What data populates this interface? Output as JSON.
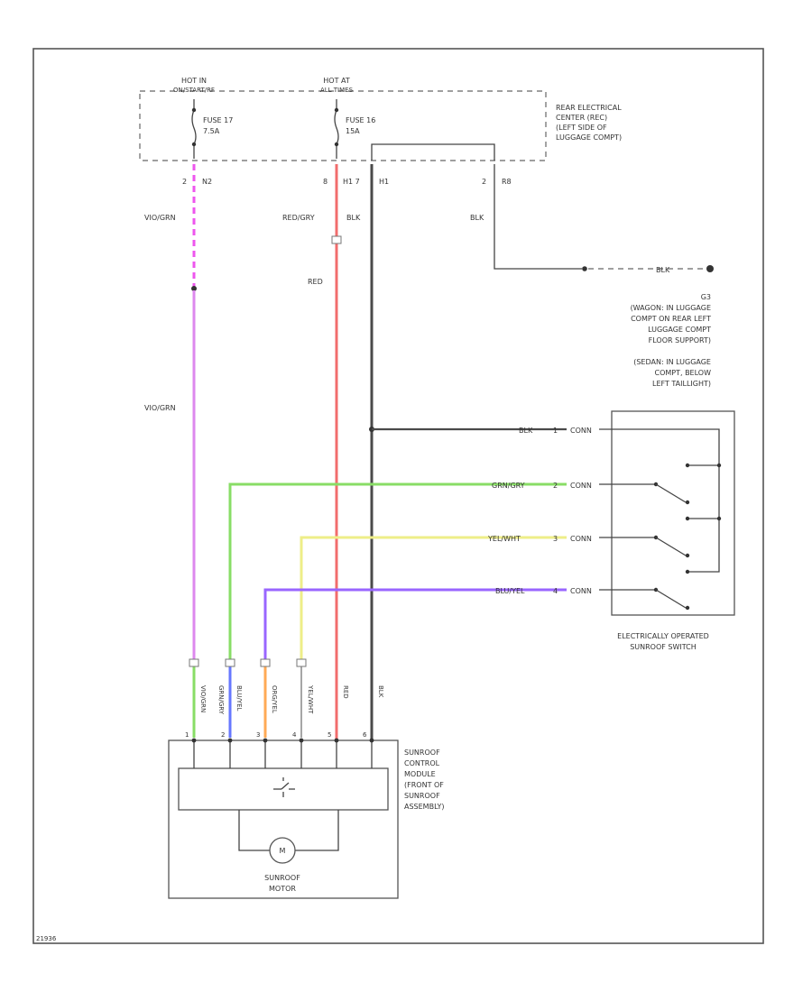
{
  "colors": {
    "vio_grn": "#dd88ee",
    "vio_grn_dash": "#ee55ee",
    "red": "#f26d6d",
    "black": "#4a4a4a",
    "grn_gry": "#88dd66",
    "yel_wht": "#eeee88",
    "blu_yel": "#9966ff",
    "pin_blue": "#6677ff",
    "pin_orange": "#ffaa55"
  },
  "fuse_box": {
    "hot1": "HOT IN",
    "hot1_cond": "ON/START/RF",
    "hot2": "HOT AT",
    "hot2_cond": "ALL TIMES",
    "fuse1": "FUSE 17",
    "fuse1_amp": "7.5A",
    "fuse2": "FUSE 16",
    "fuse2_amp": "15A",
    "label": [
      "REAR ELECTRICAL",
      "CENTER (REC)",
      "(LEFT SIDE OF",
      "LUGGAGE COMPT)"
    ]
  },
  "rec_pins": {
    "p1_num": "2",
    "p1_conn": "N2",
    "p2_num": "8",
    "p2_conn": "H1 7",
    "p3_conn": "H1",
    "p4_num": "2",
    "p4_conn": "R8"
  },
  "wire_labels": {
    "vio_grn_top": "VIO/GRN",
    "vio_grn_mid": "VIO/GRN",
    "red_blk": "RED/GRY",
    "blk_top": "BLK",
    "blk_right": "BLK",
    "red": "RED",
    "gnd_wire": "BLK"
  },
  "ground": {
    "id": "G3",
    "label": [
      "(WAGON: IN LUGGAGE",
      "COMPT ON REAR LEFT",
      "LUGGAGE COMPT",
      "FLOOR SUPPORT)",
      "(SEDAN: IN LUGGAGE",
      "COMPT, BELOW",
      "LEFT TAILLIGHT)"
    ]
  },
  "switch": {
    "wires": [
      {
        "label": "BLK",
        "pin": "1"
      },
      {
        "label": "GRN/GRY",
        "pin": "2"
      },
      {
        "label": "YEL/WHT",
        "pin": "3"
      },
      {
        "label": "BLU/YEL",
        "pin": "4"
      }
    ],
    "conn": "CONN",
    "label": [
      "ELECTRICALLY OPERATED",
      "SUNROOF SWITCH"
    ]
  },
  "module_wires": [
    {
      "label": "VIO/GRN"
    },
    {
      "label": "GRN/GRY"
    },
    {
      "label": "BLU/YEL"
    },
    {
      "label": "ORG/YEL"
    },
    {
      "label": "YEL/WHT"
    },
    {
      "label": "RED"
    },
    {
      "label": "BLK"
    }
  ],
  "module": {
    "pins": [
      "1",
      "2",
      "3",
      "4",
      "5",
      "6"
    ],
    "label": [
      "SUNROOF",
      "CONTROL",
      "MODULE",
      "(FRONT OF",
      "SUNROOF",
      "ASSEMBLY)"
    ],
    "motor": "M",
    "motor_label": [
      "SUNROOF",
      "MOTOR"
    ]
  },
  "ref_code": "21936"
}
